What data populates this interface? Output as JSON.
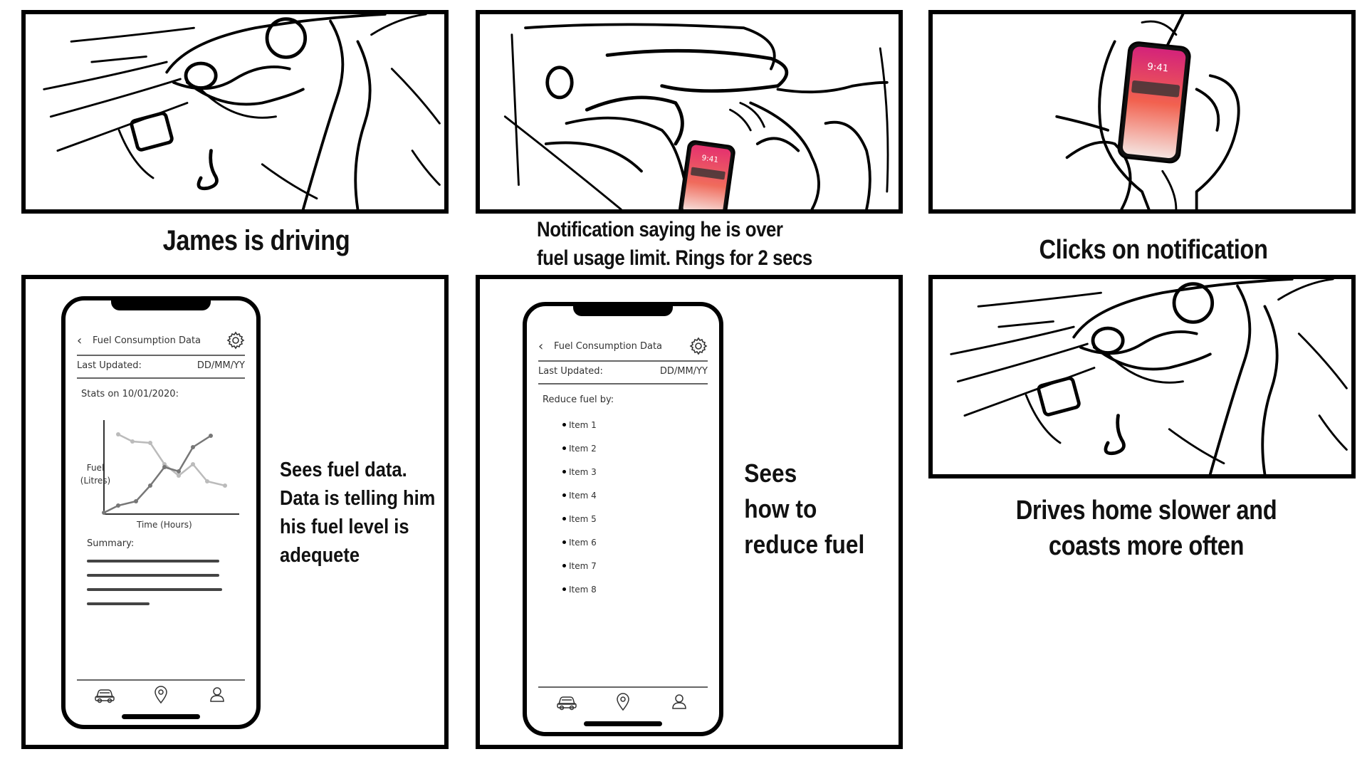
{
  "captions": {
    "panel1": "James is driving",
    "panel2_line1": "Notification saying he is over",
    "panel2_line2": "fuel usage limit. Rings for 2 secs",
    "panel3": "Clicks on notification",
    "panel6_line1": "Drives home slower and",
    "panel6_line2": "coasts more often"
  },
  "panel4_text": [
    "Sees fuel data.",
    "Data is telling him",
    "his fuel level is",
    "adequete"
  ],
  "panel5_text": [
    "Sees",
    "how to",
    "reduce fuel"
  ],
  "lock_screen_time": "9:41",
  "phone1": {
    "title": "Fuel Consumption Data",
    "last_updated_label": "Last Updated:",
    "last_updated_value": "DD/MM/YY",
    "stats_label": "Stats on 10/01/2020:",
    "ylabel_line1": "Fuel",
    "ylabel_line2": "(Litres)",
    "xlabel": "Time (Hours)",
    "summary_label": "Summary:"
  },
  "phone2": {
    "title": "Fuel Consumption Data",
    "last_updated_label": "Last Updated:",
    "last_updated_value": "DD/MM/YY",
    "reduce_label": "Reduce fuel by:",
    "items": [
      "Item 1",
      "Item 2",
      "Item 3",
      "Item 4",
      "Item 5",
      "Item 6",
      "Item 7",
      "Item 8"
    ]
  },
  "tab_icons": [
    "car-icon",
    "location-pin-icon",
    "profile-icon"
  ]
}
